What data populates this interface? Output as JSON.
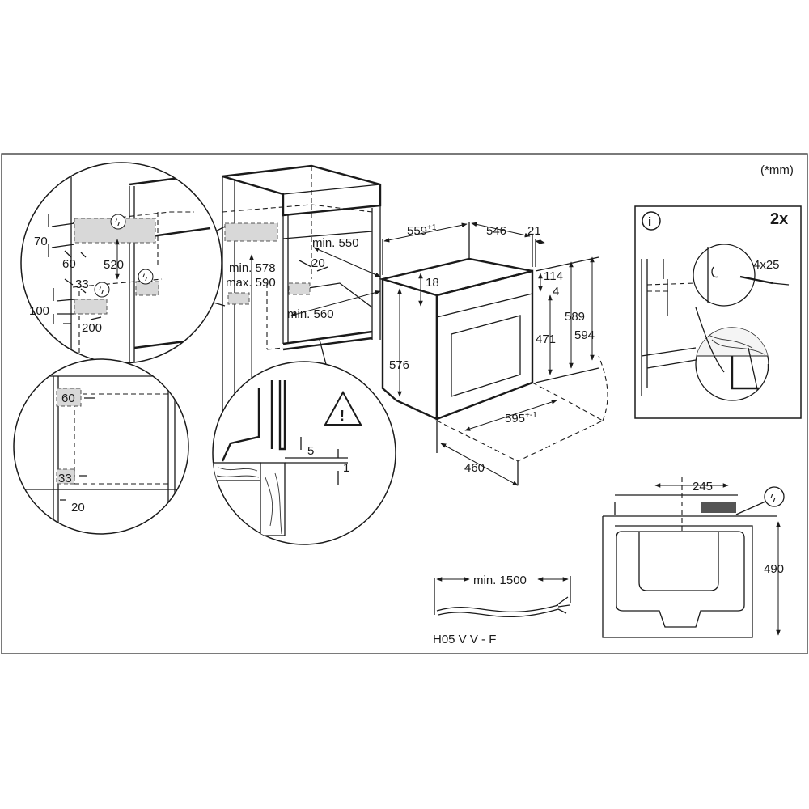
{
  "unit_note": "(*mm)",
  "niche_detail": {
    "d70": "70",
    "d60": "60",
    "d520": "520",
    "d33": "33",
    "d100": "100",
    "d200": "200"
  },
  "cabinet": {
    "min550": "min. 550",
    "min578": "min. 578",
    "max590": "max. 590",
    "d20": "20",
    "min560": "min. 560"
  },
  "side_detail": {
    "d60": "60",
    "d33": "33",
    "d20": "20"
  },
  "gap_detail": {
    "d5": "5",
    "d1": "1",
    "warning_icon": "warning-triangle-icon"
  },
  "oven": {
    "d559": "559",
    "d559_tol": "+1",
    "d546": "546",
    "d21": "21",
    "d18": "18",
    "d114": "114",
    "d4": "4",
    "d589": "589",
    "d594": "594",
    "d471": "471",
    "d576": "576",
    "d595": "595",
    "d595_tol": "+-1",
    "d460": "460"
  },
  "fixing_panel": {
    "info_icon": "i",
    "qty": "2x",
    "screw": "4x25"
  },
  "front_view": {
    "d245": "245",
    "d490": "490"
  },
  "cable": {
    "length": "min. 1500",
    "type": "H05 V V - F"
  }
}
